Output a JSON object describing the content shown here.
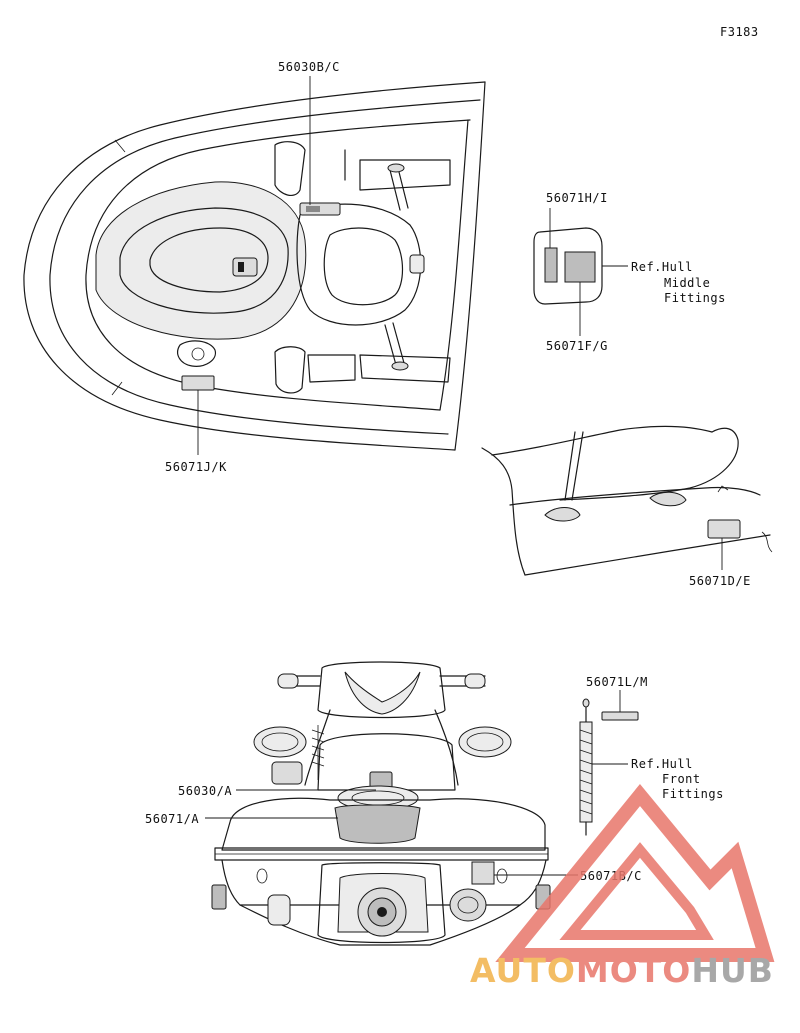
{
  "figure_code": "F3183",
  "labels": {
    "upper_deck_decal": "56030B/C",
    "fitting_decal_top": "56071H/I",
    "fitting_decal_bottom": "56071F/G",
    "middle_ref_line1": "Ref.Hull",
    "middle_ref_line2": "Middle",
    "middle_ref_line3": "Fittings",
    "side_deck_decal": "56071J/K",
    "seat_decal": "56071D/E",
    "rear_decal_upper": "56030/A",
    "rear_decal_lower": "56071/A",
    "rear_side_decal": "56071B/C",
    "bar_decal": "56071L/M",
    "front_ref_line1": "Ref.Hull",
    "front_ref_line2": "Front",
    "front_ref_line3": "Fittings"
  },
  "watermark": {
    "part1": "AUTO",
    "part2": "MOTO",
    "part3": "HUB",
    "colors": {
      "triangle": "#e8766b",
      "auto": "#f2b24a",
      "moto": "#e8766b",
      "hub": "#9a9a9a"
    }
  }
}
